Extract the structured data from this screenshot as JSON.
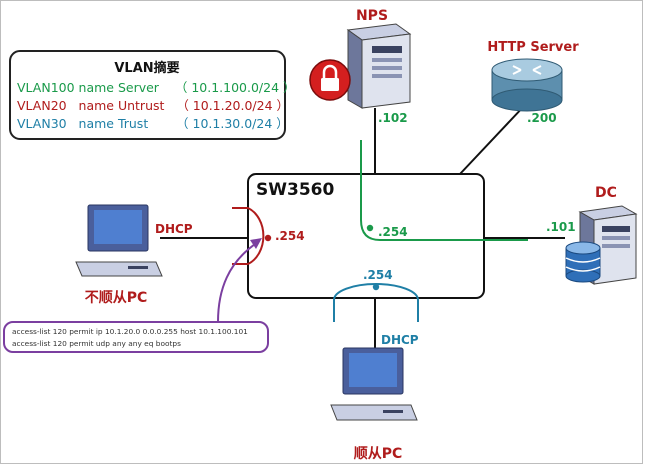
{
  "vlan_summary": {
    "title": "VLAN摘要",
    "rows": [
      {
        "text": "VLAN100 name Server    （ 10.1.100.0/24 ）",
        "color": "#1a9a4a"
      },
      {
        "text": "VLAN20   name Untrust   （ 10.1.20.0/24 ）",
        "color": "#b01c1c"
      },
      {
        "text": "VLAN30   name Trust       （ 10.1.30.0/24 ）",
        "color": "#1f7fa6"
      }
    ]
  },
  "switch": {
    "name": "SW3560",
    "untrust_ip": ".254",
    "server_ip": ".254",
    "trust_ip": ".254"
  },
  "devices": {
    "nps": {
      "label": ".102",
      "title": "NPS"
    },
    "http": {
      "label": ".200",
      "title": "HTTP Server"
    },
    "dc": {
      "label": ".101",
      "title": "DC"
    },
    "untrust_pc": {
      "title": "不顺从PC",
      "dhcp": "DHCP"
    },
    "trust_pc": {
      "title": "顺从PC",
      "dhcp": "DHCP"
    }
  },
  "acl": {
    "lines": [
      "access-list 120 permit ip 10.1.20.0 0.0.0.255 host 10.1.100.101",
      "access-list 120 permit udp any any eq bootps"
    ]
  },
  "colors": {
    "server_green": "#1a9a4a",
    "untrust_red": "#b01c1c",
    "trust_blue": "#1f7fa6",
    "acl_purple": "#7b3fa0"
  }
}
